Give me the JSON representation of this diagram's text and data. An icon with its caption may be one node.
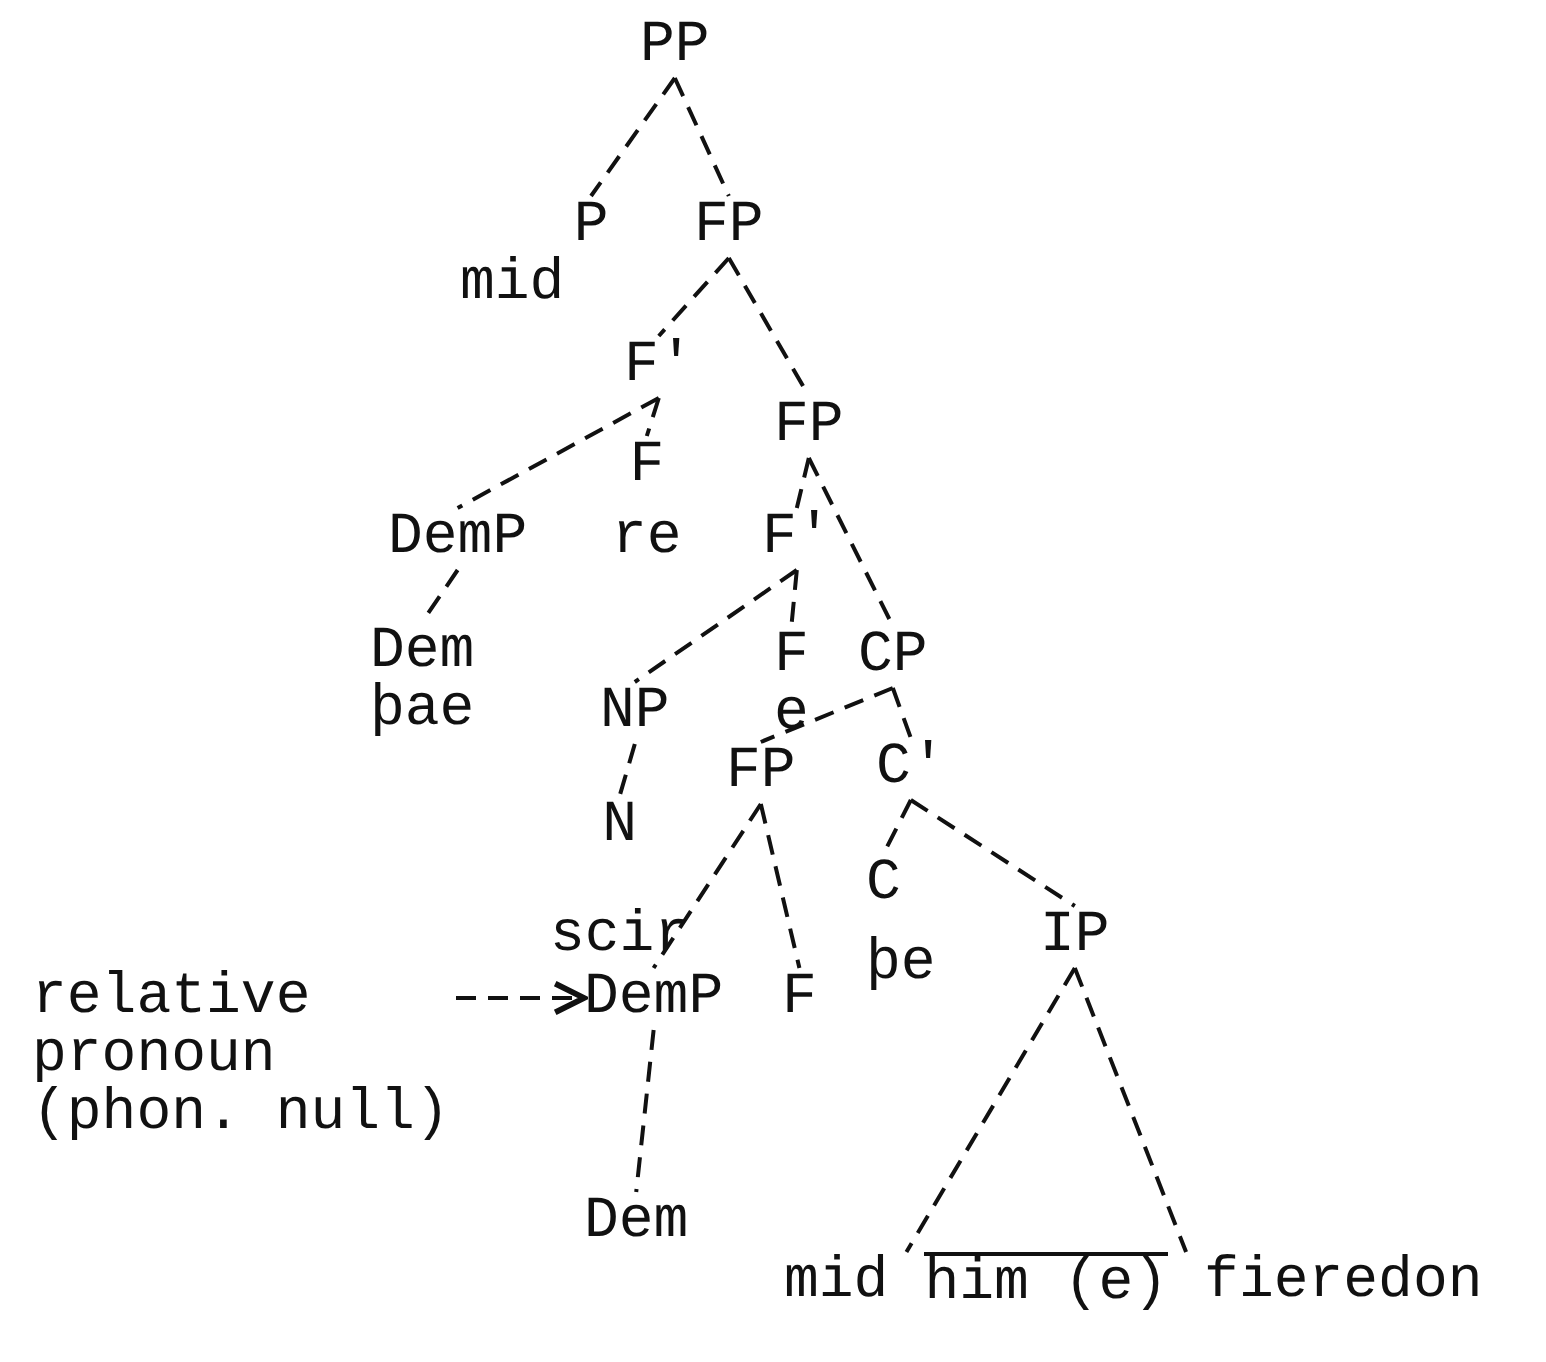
{
  "diagram": {
    "nodes": [
      {
        "text": [
          "PP"
        ]
      },
      {
        "text": [
          "P",
          "mid"
        ]
      },
      {
        "text": [
          "FP"
        ]
      },
      {
        "text": [
          "F'"
        ]
      },
      {
        "text": [
          "FP"
        ]
      },
      {
        "text": [
          "DemP"
        ]
      },
      {
        "text": [
          "F",
          "re"
        ]
      },
      {
        "text": [
          "F'"
        ]
      },
      {
        "text": [
          "Dem",
          "þae"
        ]
      },
      {
        "text": [
          "CP"
        ]
      },
      {
        "text": [
          "NP"
        ]
      },
      {
        "text": [
          "F",
          "e"
        ]
      },
      {
        "text": [
          "C'"
        ]
      },
      {
        "text": [
          "FP"
        ]
      },
      {
        "text": [
          "N",
          "scir"
        ]
      },
      {
        "text": [
          "C",
          "þe"
        ]
      },
      {
        "text": [
          "IP"
        ]
      },
      {
        "text": [
          "relative pronoun (phon. null)"
        ]
      },
      {
        "text": [
          "DemP"
        ]
      },
      {
        "text": [
          "F"
        ]
      },
      {
        "text": [
          "Dem"
        ]
      },
      {
        "text": [
          "mid",
          "him (e)",
          "fieredon"
        ]
      }
    ],
    "edges": [
      {
        "from": 0,
        "to": 1,
        "arrow": "none",
        "style": "dashed"
      },
      {
        "from": 0,
        "to": 2,
        "arrow": "none",
        "style": "dashed"
      },
      {
        "from": 2,
        "to": 3,
        "arrow": "none",
        "style": "dashed"
      },
      {
        "from": 2,
        "to": 4,
        "arrow": "none",
        "style": "dashed"
      },
      {
        "from": 3,
        "to": 5,
        "arrow": "none",
        "style": "dashed"
      },
      {
        "from": 3,
        "to": 6,
        "arrow": "none",
        "style": "dashed"
      },
      {
        "from": 4,
        "to": 7,
        "arrow": "none",
        "style": "dashed"
      },
      {
        "from": 4,
        "to": 9,
        "arrow": "none",
        "style": "dashed"
      },
      {
        "from": 5,
        "to": 8,
        "arrow": "none",
        "style": "dashed"
      },
      {
        "from": 7,
        "to": 10,
        "arrow": "none",
        "style": "dashed"
      },
      {
        "from": 7,
        "to": 11,
        "arrow": "none",
        "style": "dashed"
      },
      {
        "from": 9,
        "to": 13,
        "arrow": "none",
        "style": "dashed"
      },
      {
        "from": 9,
        "to": 12,
        "arrow": "none",
        "style": "dashed"
      },
      {
        "from": 10,
        "to": 14,
        "arrow": "none",
        "style": "dashed"
      },
      {
        "from": 13,
        "to": 18,
        "arrow": "none",
        "style": "dashed"
      },
      {
        "from": 13,
        "to": 19,
        "arrow": "none",
        "style": "dashed"
      },
      {
        "from": 12,
        "to": 15,
        "arrow": "none",
        "style": "dashed"
      },
      {
        "from": 12,
        "to": 16,
        "arrow": "none",
        "style": "dashed"
      },
      {
        "from": 18,
        "to": 20,
        "arrow": "none",
        "style": "dashed"
      },
      {
        "from": 16,
        "to": 21,
        "arrow": "none",
        "style": "dashed"
      },
      {
        "from": 16,
        "to": 21,
        "arrow": "none",
        "style": "dashed"
      },
      {
        "from": 17,
        "to": 18,
        "arrow": "to",
        "style": "dashed"
      }
    ]
  }
}
